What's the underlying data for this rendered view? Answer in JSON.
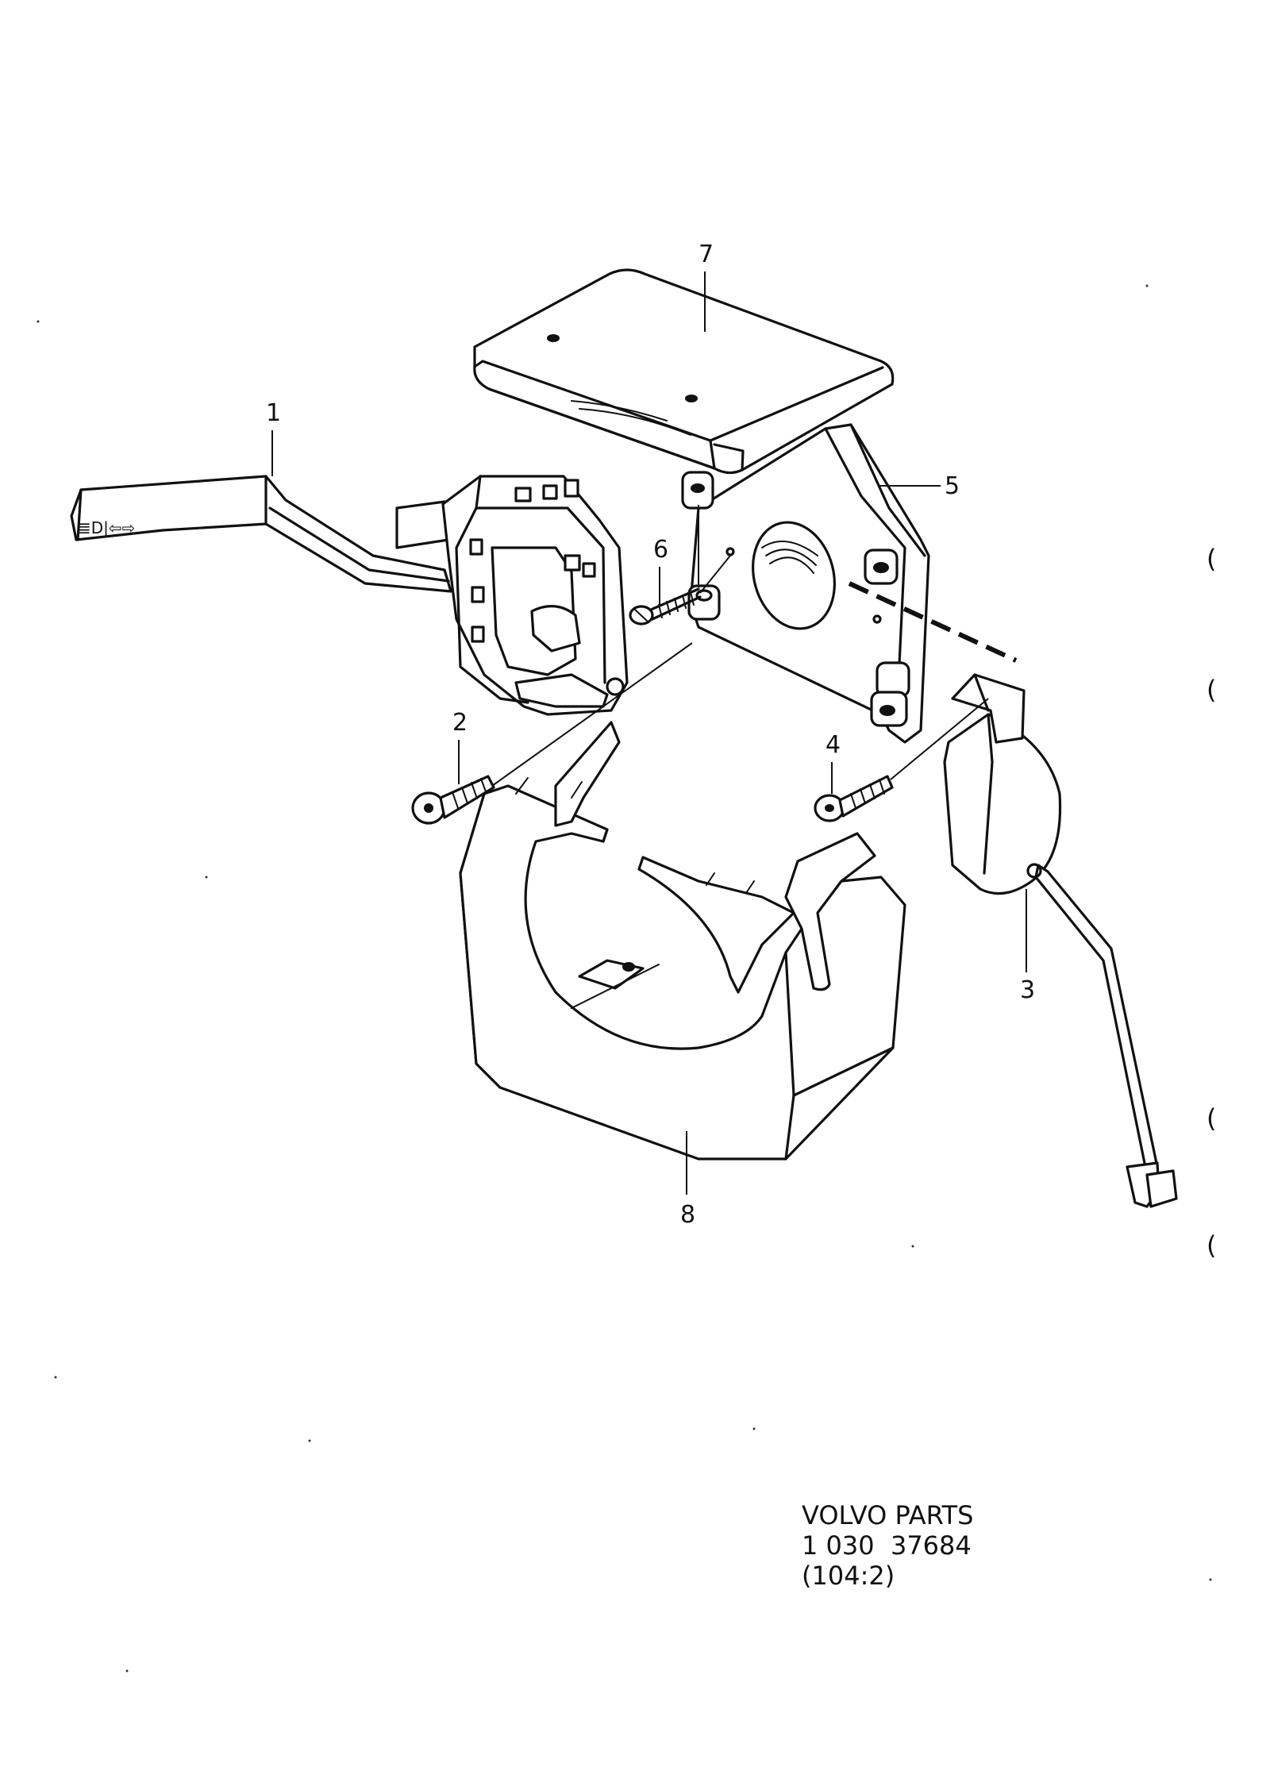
{
  "callouts": [
    {
      "id": "1",
      "label": "1"
    },
    {
      "id": "2",
      "label": "2"
    },
    {
      "id": "3",
      "label": "3"
    },
    {
      "id": "4",
      "label": "4"
    },
    {
      "id": "5",
      "label": "5"
    },
    {
      "id": "6",
      "label": "6"
    },
    {
      "id": "7",
      "label": "7"
    },
    {
      "id": "8",
      "label": "8"
    }
  ],
  "reference": {
    "line1": "VOLVO PARTS",
    "line2": "1 030  37684",
    "line3": "(104:2)"
  },
  "margin_marks": [
    "(",
    "(",
    "(",
    "("
  ]
}
